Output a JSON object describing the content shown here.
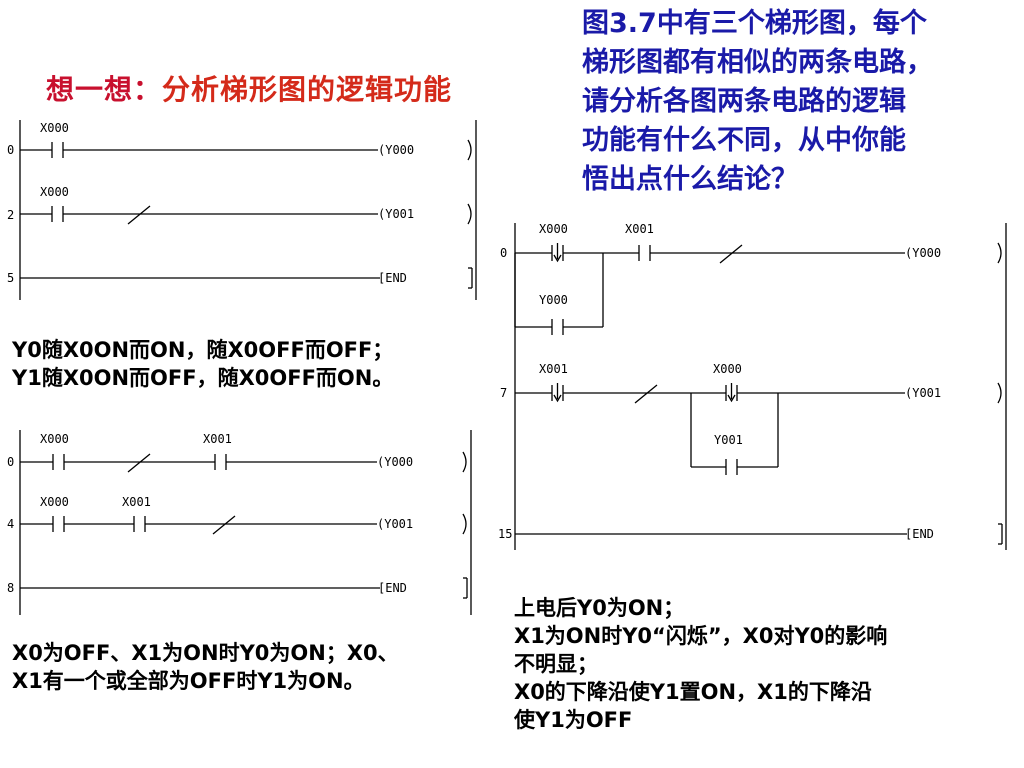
{
  "title": {
    "prefix": "想一想：",
    "main": "分析梯形图的逻辑功能"
  },
  "question": {
    "lines": [
      "图3.7中有三个梯形图，每个",
      "梯形图都有相似的两条电路，",
      "请分析各图两条电路的逻辑",
      "功能有什么不同，从中你能",
      "悟出点什么结论？"
    ]
  },
  "diagram1": {
    "step0": "0",
    "step1": "2",
    "step2": "5",
    "c1": "X000",
    "c2": "X000",
    "coil1": "(Y000",
    "coil2": "(Y001",
    "end": "[END"
  },
  "diagram2": {
    "step0": "0",
    "step1": "4",
    "step2": "8",
    "c1a": "X000",
    "c1b": "X001",
    "c2a": "X000",
    "c2b": "X001",
    "coil1": "(Y000",
    "coil2": "(Y001",
    "end": "[END"
  },
  "diagram3": {
    "step0": "0",
    "step1": "7",
    "step2": "15",
    "c1a": "X000",
    "c1b": "X001",
    "c1p": "Y000",
    "c2a": "X001",
    "c2b": "X000",
    "c2p": "Y001",
    "coil1": "(Y000",
    "coil2": "(Y001",
    "end": "[END"
  },
  "note1": {
    "lines": [
      "Y0随X0ON而ON，随X0OFF而OFF；",
      "Y1随X0ON而OFF，随X0OFF而ON。"
    ]
  },
  "note2": {
    "lines": [
      "X0为OFF、X1为ON时Y0为ON；X0、",
      "X1有一个或全部为OFF时Y1为ON。"
    ]
  },
  "note3": {
    "lines": [
      "上电后Y0为ON；",
      "X1为ON时Y0“闪烁”，X0对Y0的影响",
      "不明显；",
      "X0的下降沿使Y1置ON，X1的下降沿",
      "使Y1为OFF"
    ]
  }
}
